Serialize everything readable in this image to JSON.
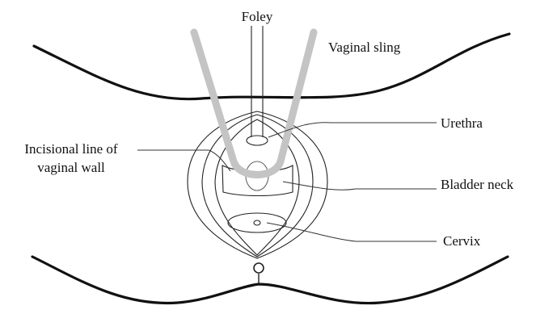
{
  "labels": {
    "foley": "Foley",
    "vaginal_sling": "Vaginal sling",
    "urethra": "Urethra",
    "incisional_line_1": "Incisional line of",
    "incisional_line_2": "vaginal wall",
    "bladder_neck": "Bladder neck",
    "cervix": "Cervix"
  },
  "colors": {
    "line": "#111111",
    "sling": "#c4c4c4",
    "background": "#ffffff"
  }
}
